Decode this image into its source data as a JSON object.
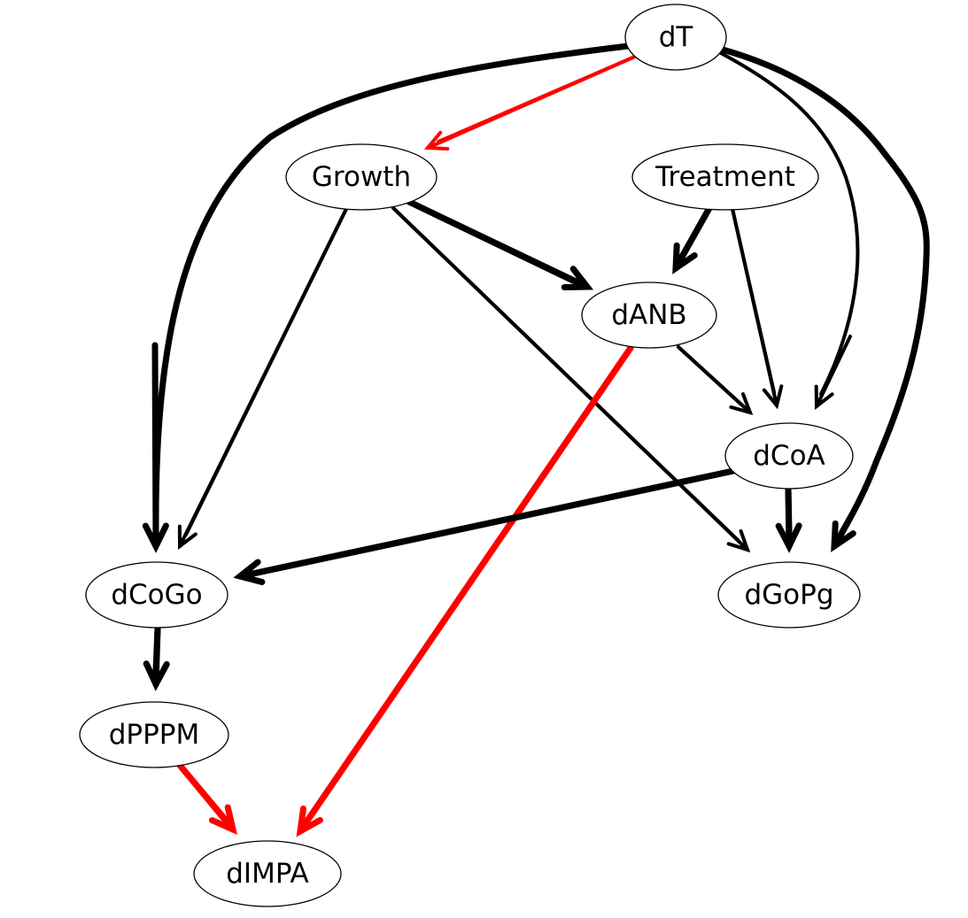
{
  "colors": {
    "black": "#000000",
    "red": "#ff0000",
    "background": "#ffffff"
  },
  "nodes": [
    {
      "id": "dT",
      "label": "dT"
    },
    {
      "id": "Growth",
      "label": "Growth"
    },
    {
      "id": "Treatment",
      "label": "Treatment"
    },
    {
      "id": "dANB",
      "label": "dANB"
    },
    {
      "id": "dCoA",
      "label": "dCoA"
    },
    {
      "id": "dCoGo",
      "label": "dCoGo"
    },
    {
      "id": "dGoPg",
      "label": "dGoPg"
    },
    {
      "id": "dPPPM",
      "label": "dPPPM"
    },
    {
      "id": "dIMPA",
      "label": "dIMPA"
    }
  ],
  "edges": [
    {
      "from": "dT",
      "to": "Growth",
      "color": "red",
      "weight": "medium"
    },
    {
      "from": "dT",
      "to": "dCoGo",
      "color": "black",
      "weight": "heavy"
    },
    {
      "from": "dT",
      "to": "dCoA",
      "color": "black",
      "weight": "medium"
    },
    {
      "from": "dT",
      "to": "dGoPg",
      "color": "black",
      "weight": "heavy"
    },
    {
      "from": "Growth",
      "to": "dANB",
      "color": "black",
      "weight": "heavy"
    },
    {
      "from": "Growth",
      "to": "dCoGo",
      "color": "black",
      "weight": "medium"
    },
    {
      "from": "Growth",
      "to": "dGoPg",
      "color": "black",
      "weight": "medium"
    },
    {
      "from": "Treatment",
      "to": "dANB",
      "color": "black",
      "weight": "heavy"
    },
    {
      "from": "Treatment",
      "to": "dCoA",
      "color": "black",
      "weight": "medium"
    },
    {
      "from": "dANB",
      "to": "dCoA",
      "color": "black",
      "weight": "medium"
    },
    {
      "from": "dANB",
      "to": "dIMPA",
      "color": "red",
      "weight": "heavy"
    },
    {
      "from": "dCoA",
      "to": "dCoGo",
      "color": "black",
      "weight": "heavy"
    },
    {
      "from": "dCoA",
      "to": "dGoPg",
      "color": "black",
      "weight": "heavy"
    },
    {
      "from": "dCoGo",
      "to": "dPPPM",
      "color": "black",
      "weight": "heavy"
    },
    {
      "from": "dPPPM",
      "to": "dIMPA",
      "color": "red",
      "weight": "heavy"
    }
  ]
}
